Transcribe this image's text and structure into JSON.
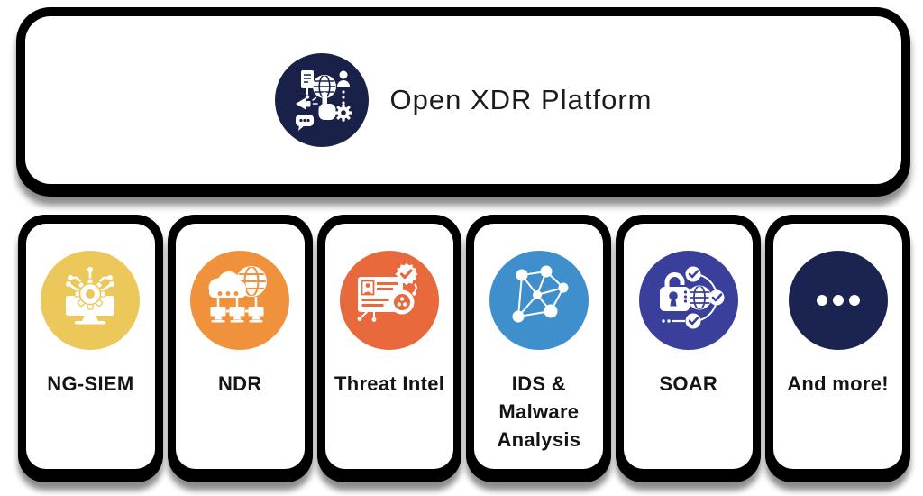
{
  "banner": {
    "title": "Open XDR Platform",
    "icon": "xdr-platform-icon",
    "circle_color": "#1A2148"
  },
  "cards": [
    {
      "id": "ng-siem",
      "label": "NG-SIEM",
      "lines": [
        "NG-SIEM"
      ],
      "icon": "ng-siem-icon",
      "color": "#ECC85B"
    },
    {
      "id": "ndr",
      "label": "NDR",
      "lines": [
        "NDR"
      ],
      "icon": "ndr-icon",
      "color": "#F0913C"
    },
    {
      "id": "threat-intel",
      "label": "Threat Intel",
      "lines": [
        "Threat Intel"
      ],
      "icon": "threat-intel-icon",
      "color": "#E8693C"
    },
    {
      "id": "ids-malware",
      "label": "IDS & Malware Analysis",
      "lines": [
        "IDS &",
        "Malware",
        "Analysis"
      ],
      "icon": "ids-malware-icon",
      "color": "#3E8FCB"
    },
    {
      "id": "soar",
      "label": "SOAR",
      "lines": [
        "SOAR"
      ],
      "icon": "soar-icon",
      "color": "#3A3F9C"
    },
    {
      "id": "and-more",
      "label": "And more!",
      "lines": [
        "And more!"
      ],
      "icon": "more-ellipsis-icon",
      "color": "#1B2450"
    }
  ],
  "colors": {
    "card_background": "#FFFFFF",
    "outline": "#000000",
    "text": "#141414",
    "icon_foreground": "#FFFFFF"
  }
}
